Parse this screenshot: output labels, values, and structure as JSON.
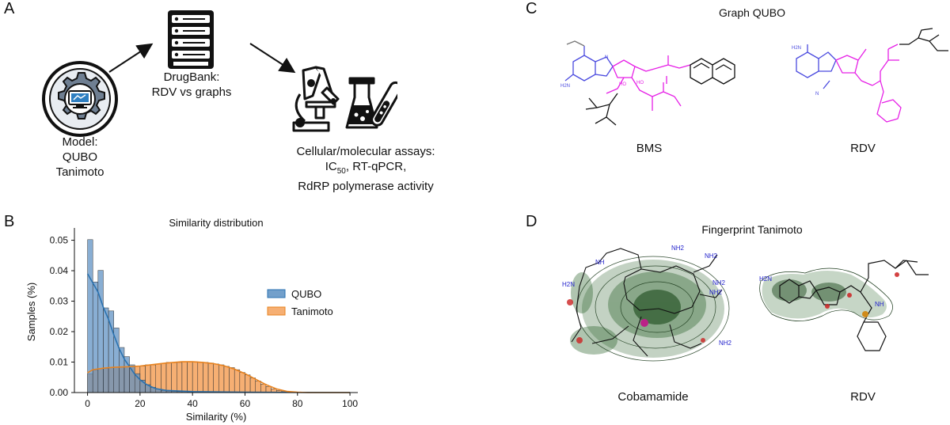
{
  "panels": {
    "a": {
      "letter": "A",
      "model_label": [
        "Model:",
        "QUBO",
        "Tanimoto"
      ],
      "db_label": [
        "DrugBank:",
        "RDV vs graphs"
      ],
      "assay_label": {
        "line1": "Cellular/molecular assays:",
        "ic": "IC",
        "ic_sub": "50",
        "ic_rest": ", RT-qPCR,",
        "line3": "RdRP polymerase activity"
      },
      "icons": [
        "model-gear-icon",
        "server-icon",
        "microscope-icon",
        "flask-icon"
      ]
    },
    "b": {
      "letter": "B"
    },
    "c": {
      "letter": "C",
      "title": "Graph QUBO",
      "mol_left": "BMS",
      "mol_right": "RDV"
    },
    "d": {
      "letter": "D",
      "title": "Fingerprint Tanimoto",
      "mol_left": "Cobamamide",
      "mol_right": "RDV",
      "atom_labels_left": [
        "NH",
        "NH2",
        "NH2",
        "NH2",
        "NH2",
        "H2N",
        "NH2"
      ],
      "atom_labels_right": [
        "H2N",
        "NH"
      ]
    }
  },
  "chart_data": {
    "type": "histogram",
    "title": "Similarity distribution",
    "xlabel": "Similarity (%)",
    "ylabel": "Samples (%)",
    "xlim": [
      -5,
      103
    ],
    "ylim": [
      0,
      0.053
    ],
    "xticks": [
      0,
      20,
      40,
      60,
      80,
      100
    ],
    "yticks": [
      "0.00",
      "0.01",
      "0.02",
      "0.03",
      "0.04",
      "0.05"
    ],
    "bin_width": 2,
    "legend_position": "right",
    "series": [
      {
        "name": "QUBO",
        "color": "#5b8fc2",
        "line_color": "#2a72b0",
        "x": [
          0,
          2,
          4,
          6,
          8,
          10,
          12,
          14,
          16,
          18,
          20,
          22,
          24,
          26,
          28,
          30,
          32,
          34,
          36,
          38,
          40,
          42,
          44,
          46,
          48,
          50,
          52,
          54,
          56,
          58,
          60,
          62,
          64,
          66,
          68,
          70,
          72,
          74,
          76,
          78,
          80
        ],
        "values": [
          0.0502,
          0.0363,
          0.0401,
          0.0278,
          0.0268,
          0.0212,
          0.0148,
          0.0118,
          0.0091,
          0.0062,
          0.0041,
          0.0026,
          0.0017,
          0.0011,
          0.0007,
          0.0005,
          0.0004,
          0.0003,
          0.0003,
          0.0002,
          0.0002,
          0.0002,
          0.0001,
          0.0001,
          0.0001,
          0.0001,
          0.0001,
          0.0001,
          0.0001,
          0.0001,
          0.0001,
          0.0001,
          0.0001,
          0.0001,
          0.0,
          0.0,
          0.0,
          0.0,
          0.0,
          0.0,
          0.0
        ],
        "kde": [
          [
            0,
            0.039
          ],
          [
            2,
            0.036
          ],
          [
            4,
            0.033
          ],
          [
            6,
            0.028
          ],
          [
            8,
            0.024
          ],
          [
            10,
            0.019
          ],
          [
            12,
            0.0145
          ],
          [
            14,
            0.011
          ],
          [
            16,
            0.0085
          ],
          [
            18,
            0.006
          ],
          [
            20,
            0.0042
          ],
          [
            22,
            0.0029
          ],
          [
            24,
            0.002
          ],
          [
            26,
            0.0013
          ],
          [
            30,
            0.0007
          ],
          [
            40,
            0.0003
          ],
          [
            60,
            0.0001
          ],
          [
            80,
            5e-05
          ],
          [
            100,
            2e-05
          ]
        ]
      },
      {
        "name": "Tanimoto",
        "color": "#f5a15a",
        "line_color": "#e8831f",
        "x": [
          0,
          2,
          4,
          6,
          8,
          10,
          12,
          14,
          16,
          18,
          20,
          22,
          24,
          26,
          28,
          30,
          32,
          34,
          36,
          38,
          40,
          42,
          44,
          46,
          48,
          50,
          52,
          54,
          56,
          58,
          60,
          62,
          64,
          66,
          68,
          70,
          72,
          74,
          76,
          78,
          80
        ],
        "values": [
          0.0062,
          0.0074,
          0.0078,
          0.0079,
          0.0081,
          0.0083,
          0.0083,
          0.0084,
          0.0084,
          0.0087,
          0.0087,
          0.0091,
          0.0091,
          0.0094,
          0.0096,
          0.0099,
          0.0098,
          0.0099,
          0.0101,
          0.0102,
          0.0101,
          0.01,
          0.0099,
          0.0097,
          0.0094,
          0.0091,
          0.0086,
          0.0082,
          0.0075,
          0.0066,
          0.0058,
          0.0048,
          0.0038,
          0.0028,
          0.002,
          0.0012,
          0.0007,
          0.0004,
          0.0002,
          0.0001,
          0.0
        ],
        "kde": [
          [
            0,
            0.0065
          ],
          [
            2,
            0.0075
          ],
          [
            6,
            0.008
          ],
          [
            10,
            0.0083
          ],
          [
            16,
            0.0085
          ],
          [
            20,
            0.0087
          ],
          [
            26,
            0.0093
          ],
          [
            30,
            0.0097
          ],
          [
            36,
            0.0101
          ],
          [
            40,
            0.0101
          ],
          [
            44,
            0.0099
          ],
          [
            48,
            0.0095
          ],
          [
            52,
            0.0088
          ],
          [
            56,
            0.0077
          ],
          [
            60,
            0.0062
          ],
          [
            64,
            0.0044
          ],
          [
            68,
            0.0026
          ],
          [
            72,
            0.0012
          ],
          [
            76,
            0.0004
          ],
          [
            80,
            0.0001
          ],
          [
            84,
            0.0
          ],
          [
            100,
            0.0
          ]
        ]
      }
    ]
  }
}
